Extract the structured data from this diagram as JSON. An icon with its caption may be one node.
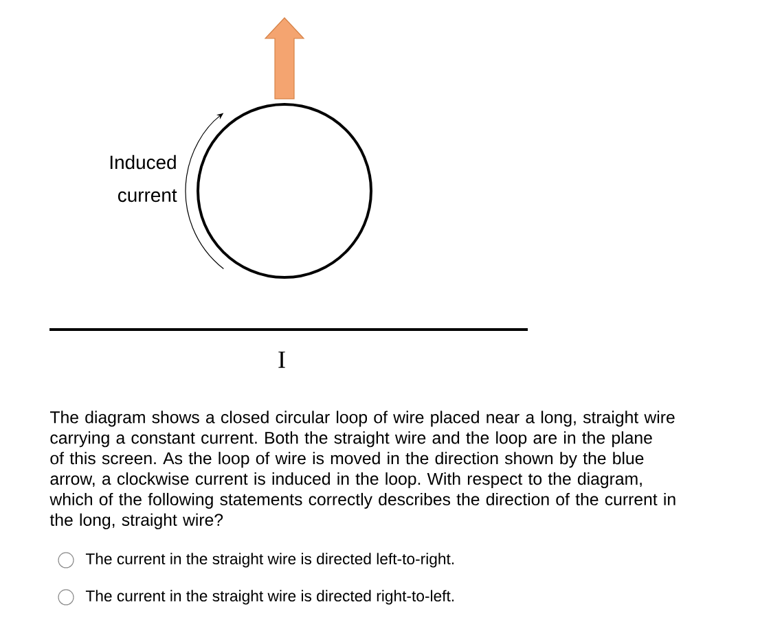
{
  "diagram": {
    "nodes": [
      {
        "text": [],
        "shape": "circle"
      }
    ],
    "labels": [
      "Induced current",
      "I",
      "The diagram shows a closed circular loop of wire placed near a long, straight wire carrying a constant current. Both the straight wire and the loop are in the plane of this screen. As the loop of wire is moved in the direction shown by the blue arrow, a clockwise current is induced in the loop. With respect to the diagram, which of the following statements correctly describes the direction of the current in the long, straight wire?",
      "The current in the straight wire is directed left-to-right.",
      "The current in the straight wire is directed right-to-left."
    ]
  }
}
